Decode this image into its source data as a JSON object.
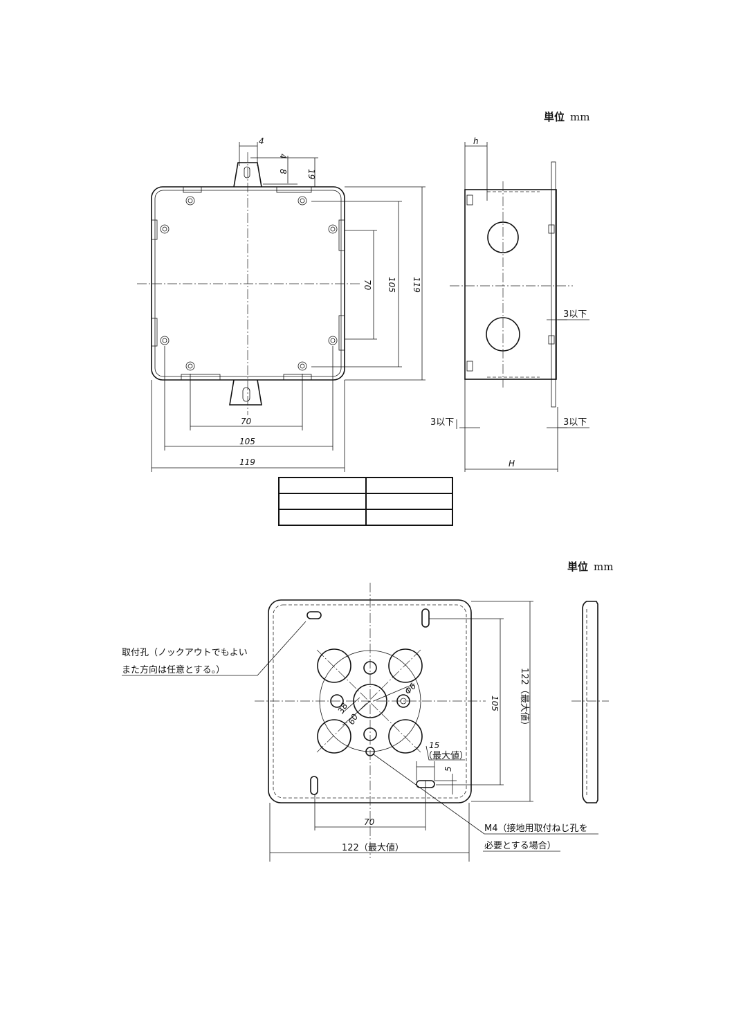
{
  "top_figure": {
    "unit_label": "単位",
    "unit_value": "mm",
    "dims": {
      "tab_width": "4",
      "tab_top": "4",
      "slot": "8",
      "tab_height": "19",
      "pitch_small": "70",
      "pitch_large": "105",
      "overall": "119",
      "side_depth": "h",
      "side_H": "H",
      "side_tol": "3以下"
    }
  },
  "spec_table": {
    "rows": [
      [
        "",
        ""
      ],
      [
        "",
        ""
      ],
      [
        "",
        ""
      ]
    ]
  },
  "bottom_figure": {
    "unit_label": "単位",
    "unit_value": "mm",
    "dims": {
      "pitch": "70",
      "width_max": "122（最大値）",
      "height_pitch": "105",
      "height_max": "122（最大値）",
      "d38": "38",
      "d60": "60",
      "phi6": "Φ6",
      "slot_15": "15",
      "slot_15_note": "（最大値）",
      "slot_5": "5"
    },
    "notes": {
      "mount_hole_line1": "取付孔（ノックアウトでもよい",
      "mount_hole_line2": "また方向は任意とする。）",
      "m4_line1": "M4（接地用取付ねじ孔を",
      "m4_line2": "必要とする場合）"
    }
  }
}
